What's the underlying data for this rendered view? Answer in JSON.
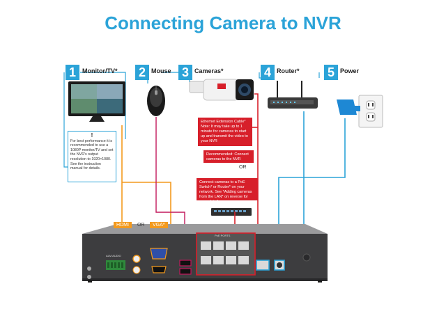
{
  "title": "Connecting Camera to NVR",
  "items": [
    {
      "num": "1",
      "label": "Monitor/TV*"
    },
    {
      "num": "2",
      "label": "Mouse"
    },
    {
      "num": "3",
      "label": "Cameras*"
    },
    {
      "num": "4",
      "label": "Router*"
    },
    {
      "num": "5",
      "label": "Power"
    }
  ],
  "monitor_info": {
    "mark": "!",
    "text": "For best performance it is recommended to use a 1080P monitor/TV and set the NVR's output resolution to 1920×1080. See the instruction manual for details."
  },
  "notes": {
    "ethernet": "Ethernet Extension Cable* Note: It may take up to 1 minute for cameras to start up and transmit the video to your NVR",
    "recommended": "Recommended: Connect cameras to the NVR",
    "or_middle": "OR",
    "poe_switch": "Connect cameras to a PoE Switch* or Router* on your network. See *Adding cameras from the LAN* on reverse for more details."
  },
  "ports": {
    "hdmi": "HDMI",
    "or": "OR",
    "vga": "VGA*",
    "poe_ports_label": "PoE PORTS",
    "alarm_label": "ALM AUDIO"
  },
  "colors": {
    "accent": "#2ba3d8",
    "orange": "#f39a1e",
    "magenta": "#c2185b",
    "red": "#d71f2a",
    "nvr_body": "#3d3d3f"
  }
}
